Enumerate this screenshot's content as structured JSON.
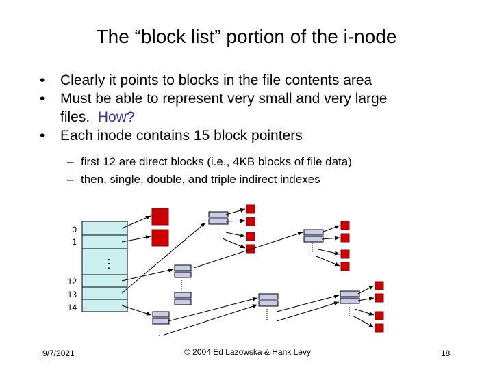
{
  "slide": {
    "title": "The “block list” portion of the i-node",
    "bullets": [
      {
        "text": "Clearly it points to blocks in the file contents area"
      },
      {
        "text": "Must be able to represent very small and very large",
        "line2": "files.",
        "highlight": "How?"
      },
      {
        "text": "Each inode contains 15 block pointers"
      }
    ],
    "sub_bullets": [
      "first 12 are direct blocks (i.e., 4KB blocks of file data)",
      "then, single, double, and triple indirect indexes"
    ],
    "bullet_char": "•",
    "dash_char": "–"
  },
  "diagram": {
    "row_labels": [
      "0",
      "1",
      "12",
      "13",
      "14"
    ],
    "ellipsis": "⋮",
    "colors": {
      "block_fill": "#cc0000",
      "block_stroke": "#990000",
      "index_fill": "#c8cce8",
      "inode_fill": "#ccf0f0",
      "stroke": "#000000",
      "highlight_text": "#3333aa"
    }
  },
  "footer": {
    "date": "9/7/2021",
    "copyright": "© 2004 Ed Lazowska & Hank Levy",
    "page_number": "18"
  }
}
